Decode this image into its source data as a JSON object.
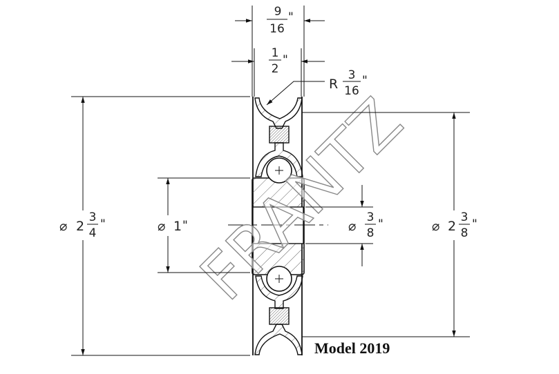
{
  "drawing": {
    "watermark": "FRANTZ",
    "model_label": "Model 2019",
    "colors": {
      "line": "#111111",
      "watermark": "#888888",
      "hatch": "#444444"
    }
  },
  "dimensions": {
    "overall_width": {
      "num": "9",
      "den": "16",
      "unit": "\""
    },
    "tread_width": {
      "num": "1",
      "den": "2",
      "unit": "\""
    },
    "groove_radius": {
      "prefix": "R",
      "num": "3",
      "den": "16",
      "unit": "\""
    },
    "outer_diameter": {
      "symbol": "⌀",
      "whole": "2",
      "num": "3",
      "den": "4",
      "unit": "\""
    },
    "hub_diameter": {
      "symbol": "⌀",
      "value": "1",
      "unit": "\""
    },
    "bore_diameter": {
      "symbol": "⌀",
      "num": "3",
      "den": "8",
      "unit": "\""
    },
    "groove_diameter": {
      "symbol": "⌀",
      "whole": "2",
      "num": "3",
      "den": "8",
      "unit": "\""
    }
  }
}
